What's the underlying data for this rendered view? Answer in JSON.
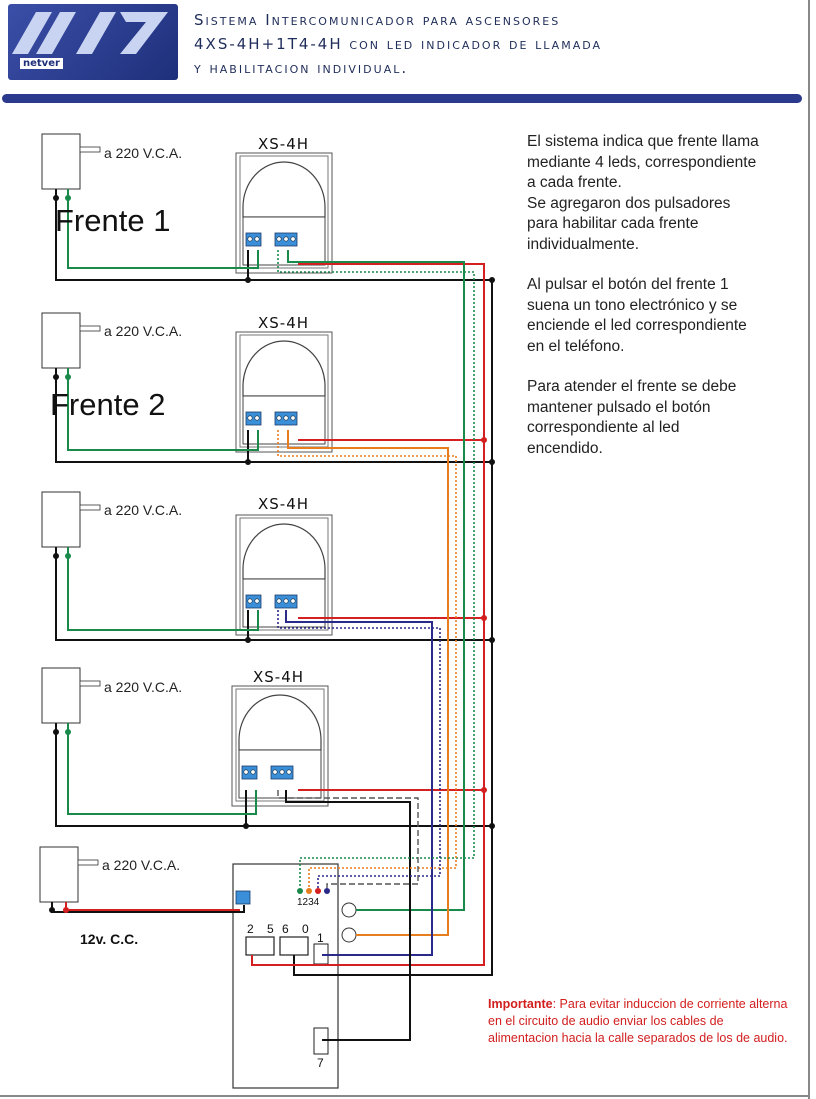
{
  "header": {
    "logo_text": "netver",
    "title_line1": "Sistema Intercomunicador para ascensores",
    "title_line2": "4XS-4H+1T4-4H con led indicador de llamada",
    "title_line3": "y habilitacion individual."
  },
  "description": {
    "p1": "El sistema indica que frente llama\nmediante 4 leds, correspondiente\na cada frente.\nSe agregaron dos pulsadores\npara habilitar cada frente\nindividualmente.",
    "p2": "Al pulsar el botón del frente 1\nsuena un tono electrónico y se\nenciende el led correspondiente\nen el teléfono.",
    "p3": "Para atender el frente  se debe\nmantener pulsado  el botón\ncorrespondiente al led\nencendido."
  },
  "important": {
    "label": "Importante",
    "text": ": Para evitar induccion de corriente alterna en el circuito de audio enviar los cables de alimentacion hacia la calle separados de los de audio."
  },
  "units": [
    {
      "power": "a 220 V.C.A.",
      "model": "XS-4H",
      "frente": "Frente 1"
    },
    {
      "power": "a 220 V.C.A.",
      "model": "XS-4H",
      "frente": "Frente 2"
    },
    {
      "power": "a 220 V.C.A.",
      "model": "XS-4H",
      "frente": ""
    },
    {
      "power": "a 220 V.C.A.",
      "model": "XS-4H",
      "frente": ""
    }
  ],
  "phone": {
    "power": "a 220 V.C.A.",
    "supply": "12v. C.C.",
    "terminal_left": "2 5",
    "terminal_right": "6 0",
    "terminal_one": "1",
    "leds": "1234",
    "terminal_seven": "7"
  },
  "colors": {
    "red": "#d42020",
    "green": "#1a8a4a",
    "black": "#111111",
    "orange": "#e87d1e",
    "blue": "#2a2a8a",
    "title": "#1f2d5a"
  }
}
